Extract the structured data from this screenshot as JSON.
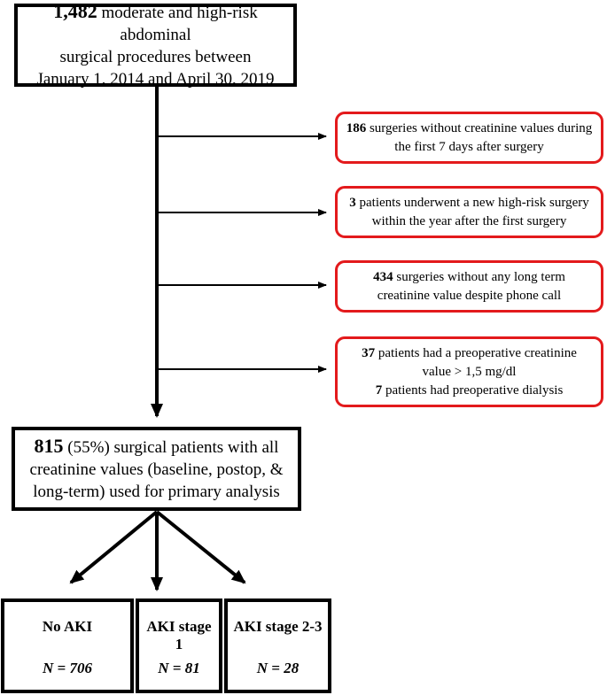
{
  "source_box": {
    "count": "1,482",
    "text_line1": " moderate and high-risk abdominal",
    "text_line2": "surgical procedures between",
    "text_line3": "January 1, 2014 and April 30, 2019"
  },
  "exclusions": [
    {
      "count": "186",
      "text_line1": " surgeries without creatinine values during",
      "text_line2": "the first 7 days after surgery"
    },
    {
      "count": "3",
      "text_line1": " patients underwent a new high-risk surgery",
      "text_line2": "within the year after the first surgery"
    },
    {
      "count": "434",
      "text_line1": " surgeries without any long term",
      "text_line2": "creatinine value despite phone call"
    },
    {
      "count": "37",
      "text_line1": " patients had a preoperative  creatinine",
      "text_line2": "value > 1,5 mg/dl",
      "count2": "7",
      "text_line3": "  patients had preoperative dialysis"
    }
  ],
  "analysis_box": {
    "count": "815",
    "text_line1": " (55%) surgical patients with all",
    "text_line2": "creatinine values (baseline, postop, &",
    "text_line3": "long-term) used for primary analysis"
  },
  "outcomes": [
    {
      "label": "No AKI",
      "n": "N = 706"
    },
    {
      "label": "AKI stage 1",
      "n": "N = 81"
    },
    {
      "label": "AKI stage 2-3",
      "n": "N = 28"
    }
  ],
  "colors": {
    "exclusion_border": "#e31a1c",
    "main_border": "#000000"
  }
}
